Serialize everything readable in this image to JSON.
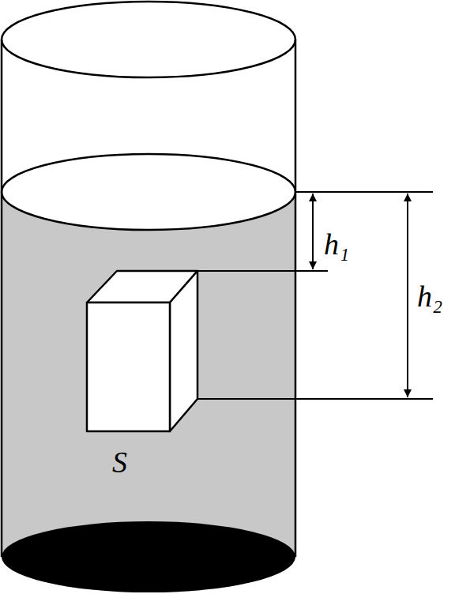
{
  "diagram": {
    "labels": [
      "h₁",
      "h₂",
      "S"
    ]
  }
}
